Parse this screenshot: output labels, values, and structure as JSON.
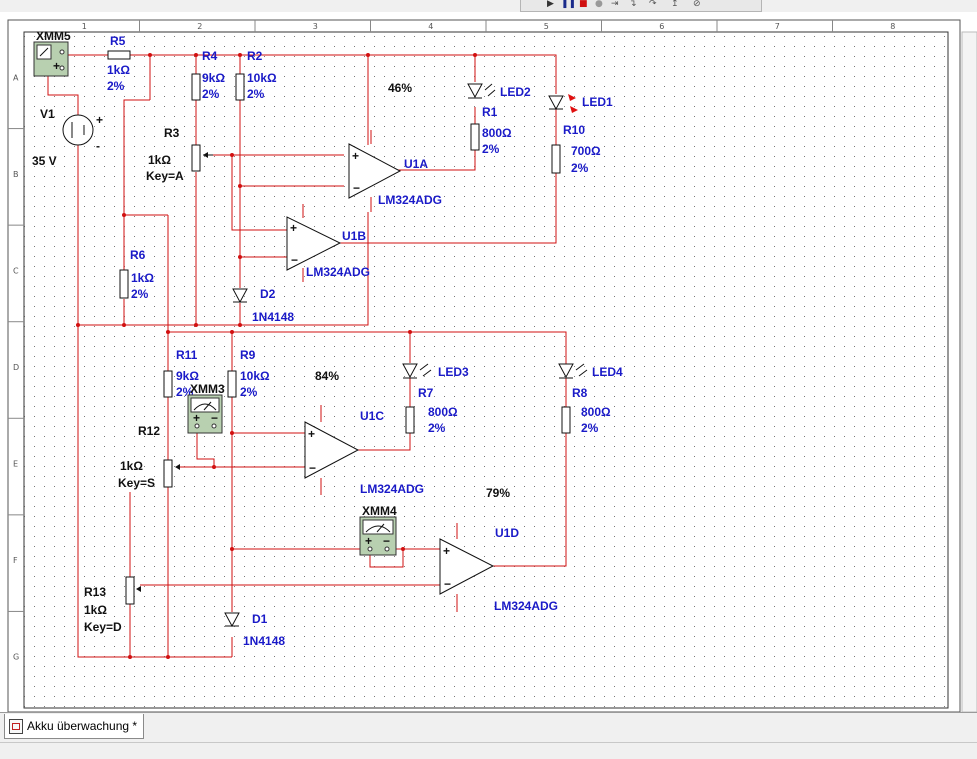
{
  "toolbar": {
    "icons": [
      "play-icon",
      "pause-icon",
      "stop-icon",
      "probe-icon",
      "step-icon",
      "step-into-icon",
      "step-over-icon",
      "step-out-icon",
      "breakpoint-icon"
    ]
  },
  "rulers": {
    "columns": [
      "1",
      "2",
      "3",
      "4",
      "5",
      "6",
      "7",
      "8"
    ],
    "rows": [
      "A",
      "B",
      "C",
      "D",
      "E",
      "F",
      "G"
    ]
  },
  "components": {
    "xmm5": "XMM5",
    "xmm3": "XMM3",
    "xmm4": "XMM4",
    "v1": {
      "name": "V1",
      "value": "35 V"
    },
    "r5": {
      "name": "R5",
      "value": "1kΩ",
      "tol": "2%"
    },
    "r4": {
      "name": "R4",
      "value": "9kΩ",
      "tol": "2%"
    },
    "r2": {
      "name": "R2",
      "value": "10kΩ",
      "tol": "2%"
    },
    "r3": {
      "name": "R3",
      "value": "1kΩ",
      "key": "Key=A",
      "percent": "46%"
    },
    "r1": {
      "name": "R1",
      "value": "800Ω",
      "tol": "2%"
    },
    "r10": {
      "name": "R10",
      "value": "700Ω",
      "tol": "2%"
    },
    "r6": {
      "name": "R6",
      "value": "1kΩ",
      "tol": "2%"
    },
    "led1": "LED1",
    "led2": "LED2",
    "led3": "LED3",
    "led4": "LED4",
    "u1a": {
      "name": "U1A",
      "part": "LM324ADG"
    },
    "u1b": {
      "name": "U1B",
      "part": "LM324ADG"
    },
    "u1c": {
      "name": "U1C",
      "part": "LM324ADG"
    },
    "u1d": {
      "name": "U1D",
      "part": "LM324ADG"
    },
    "d2": {
      "name": "D2",
      "part": "1N4148"
    },
    "d1": {
      "name": "D1",
      "part": "1N4148"
    },
    "r11": {
      "name": "R11",
      "value": "9kΩ",
      "tol": "2%"
    },
    "r9": {
      "name": "R9",
      "value": "10kΩ",
      "tol": "2%"
    },
    "r12": {
      "name": "R12",
      "value": "1kΩ",
      "key": "Key=S",
      "percent": "84%"
    },
    "r7": {
      "name": "R7",
      "value": "800Ω",
      "tol": "2%"
    },
    "r8": {
      "name": "R8",
      "value": "800Ω",
      "tol": "2%"
    },
    "r13": {
      "name": "R13",
      "value": "1kΩ",
      "key": "Key=D",
      "percent": "79%"
    }
  },
  "colors": {
    "wire": "#d21010",
    "label": "#1a1ac8",
    "led_active": "#e01010",
    "meter": "#b8d0b0"
  },
  "tabs": [
    {
      "label": "Akku überwachung *",
      "icon": "schematic-doc-icon"
    }
  ]
}
